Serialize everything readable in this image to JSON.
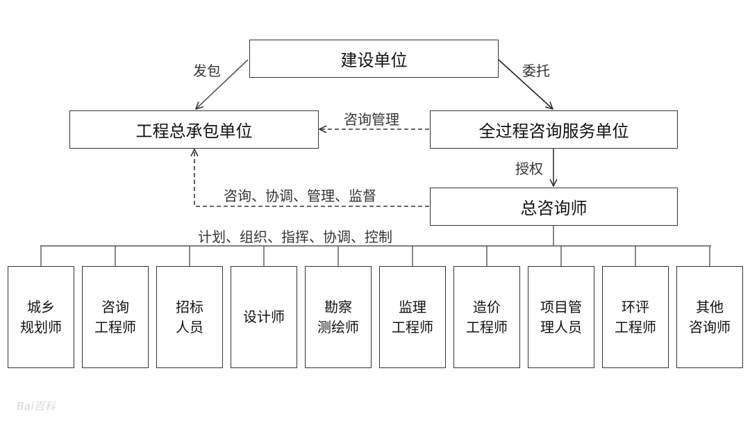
{
  "boxes": {
    "owner": "建设单位",
    "general_contractor": "工程总承包单位",
    "consulting_unit": "全过程咨询服务单位",
    "chief_consultant": "总咨询师"
  },
  "edges": {
    "subcontract": "发包",
    "entrust": "委托",
    "consult_manage": "咨询管理",
    "authorize": "授权",
    "consult_coordinate": "咨询、协调、管理、监督",
    "plan_organize": "计划、组织、指挥、协调、控制"
  },
  "staff": [
    {
      "line1": "城乡",
      "line2": "规划师"
    },
    {
      "line1": "咨询",
      "line2": "工程师"
    },
    {
      "line1": "招标",
      "line2": "人员"
    },
    {
      "line1": "设计师",
      "line2": ""
    },
    {
      "line1": "勘察",
      "line2": "测绘师"
    },
    {
      "line1": "监理",
      "line2": "工程师"
    },
    {
      "line1": "造价",
      "line2": "工程师"
    },
    {
      "line1": "项目管",
      "line2": "理人员"
    },
    {
      "line1": "环评",
      "line2": "工程师"
    },
    {
      "line1": "其他",
      "line2": "咨询师"
    }
  ],
  "watermark": "Bai百科"
}
